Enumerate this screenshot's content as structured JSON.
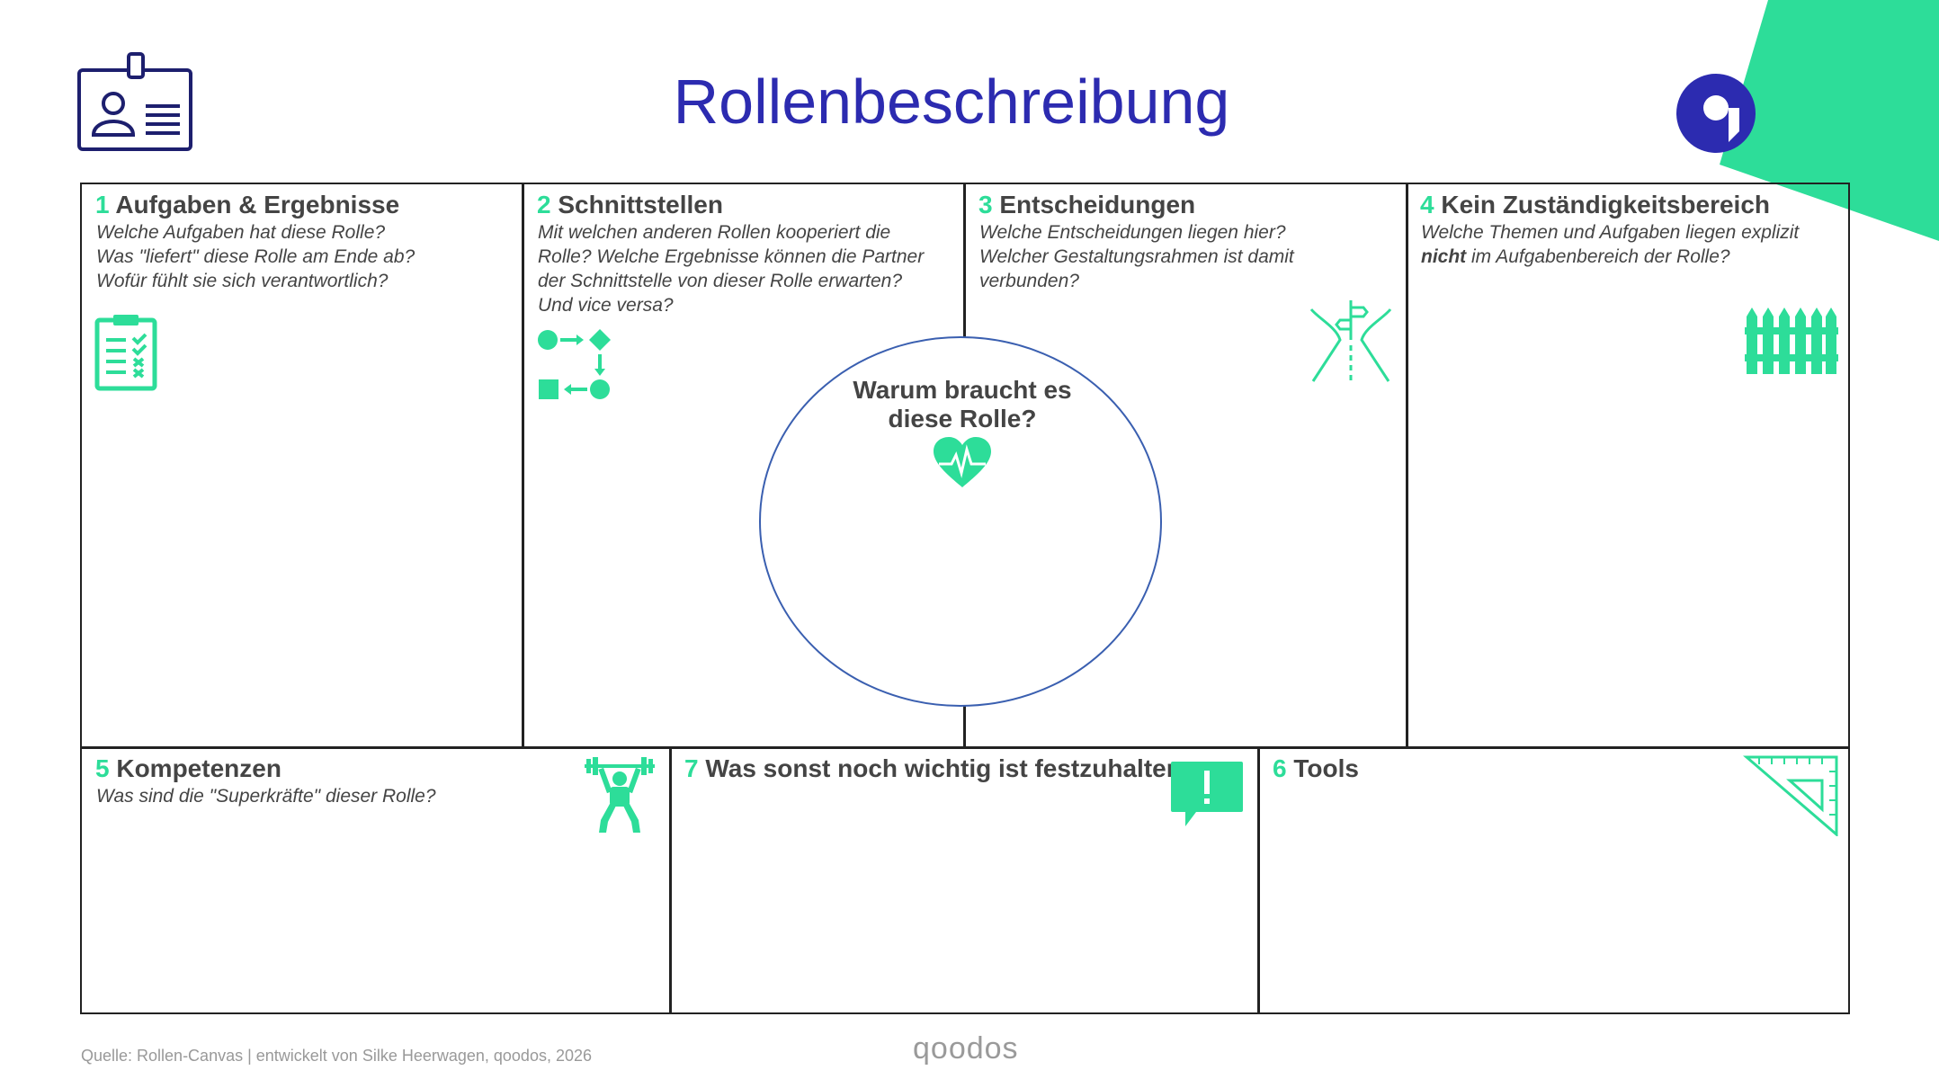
{
  "title": "Rollenbeschreibung",
  "colors": {
    "accent": "#2ddd99",
    "brand_blue": "#2c2bb0",
    "ink": "#444444",
    "ellipse": "#3a5fb0"
  },
  "sections": [
    {
      "number": "1",
      "title": "Aufgaben & Ergebnisse",
      "lines": [
        "Welche Aufgaben hat diese Rolle?",
        "Was \"liefert\" diese Rolle am Ende ab?",
        "Wofür fühlt sie sich verantwortlich?"
      ],
      "icon": "clipboard-checklist-icon"
    },
    {
      "number": "2",
      "title": "Schnittstellen",
      "lines": [
        "Mit welchen anderen Rollen kooperiert die",
        "Rolle? Welche Ergebnisse können die Partner",
        "der Schnittstelle von dieser Rolle erwarten?",
        "Und vice versa?"
      ],
      "icon": "process-flow-icon"
    },
    {
      "number": "3",
      "title": "Entscheidungen",
      "lines": [
        "Welche Entscheidungen liegen hier?",
        "Welcher Gestaltungsrahmen ist damit",
        "verbunden?"
      ],
      "icon": "road-signpost-icon"
    },
    {
      "number": "4",
      "title": "Kein Zuständigkeitsbereich",
      "line1": "Welche Themen und Aufgaben liegen explizit",
      "line2_bold": "nicht",
      "line2_rest": " im Aufgabenbereich der Rolle?",
      "icon": "fence-icon"
    },
    {
      "number": "5",
      "title": "Kompetenzen",
      "lines": [
        "Was sind die \"Superkräfte\" dieser Rolle?"
      ],
      "icon": "weightlifter-icon"
    },
    {
      "number": "7",
      "title": "Was sonst noch wichtig ist festzuhalten",
      "icon": "exclamation-speech-bubble-icon"
    },
    {
      "number": "6",
      "title": "Tools",
      "icon": "set-square-ruler-icon"
    }
  ],
  "purpose": {
    "line1": "Warum braucht es",
    "line2": "diese Rolle?",
    "icon": "heartbeat-heart-icon"
  },
  "header_icons": {
    "left": "id-badge-icon",
    "right": "qoodos-logo-icon"
  },
  "footer": {
    "source": "Quelle: Rollen-Canvas | entwickelt von Silke Heerwagen, qoodos, 2026",
    "brand": "qoodos"
  }
}
